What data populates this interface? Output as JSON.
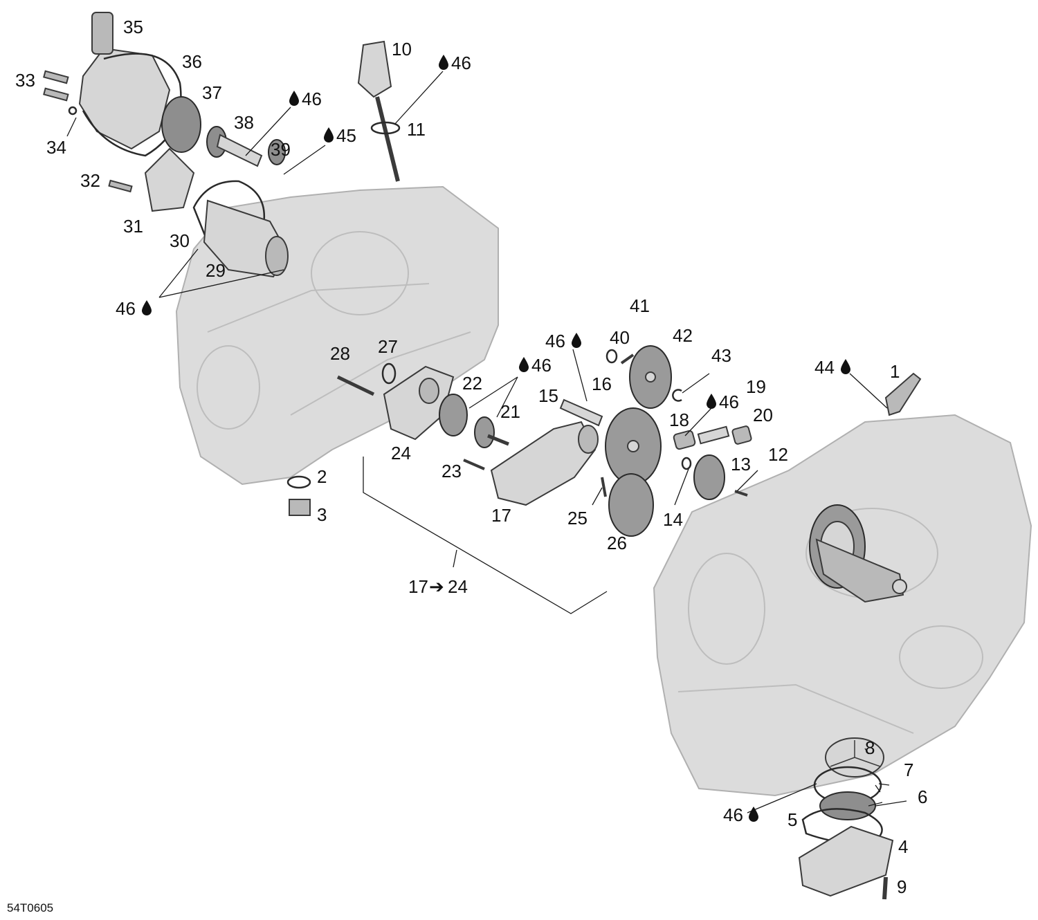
{
  "diagram_code": "54T0605",
  "sub_assembly_label": {
    "from": "17",
    "arrow": "➔",
    "to": "24"
  },
  "callouts": {
    "p1": "1",
    "p2": "2",
    "p3": "3",
    "p4": "4",
    "p5": "5",
    "p6": "6",
    "p7": "7",
    "p8": "8",
    "p9": "9",
    "p10": "10",
    "p11": "11",
    "p12": "12",
    "p13": "13",
    "p14": "14",
    "p15": "15",
    "p16": "16",
    "p17": "17",
    "p18": "18",
    "p19": "19",
    "p20": "20",
    "p21": "21",
    "p22": "22",
    "p23": "23",
    "p24": "24",
    "p25": "25",
    "p26": "26",
    "p27": "27",
    "p28": "28",
    "p29": "29",
    "p30": "30",
    "p31": "31",
    "p32": "32",
    "p33": "33",
    "p34": "34",
    "p35": "35",
    "p36": "36",
    "p37": "37",
    "p38": "38",
    "p39": "39",
    "p40": "40",
    "p41": "41",
    "p42": "42",
    "p43": "43"
  },
  "lubricant_refs": {
    "oil46": "46",
    "oil45": "45",
    "oil44": "44"
  },
  "icons": {
    "lubricant": "oil-drop-icon"
  }
}
